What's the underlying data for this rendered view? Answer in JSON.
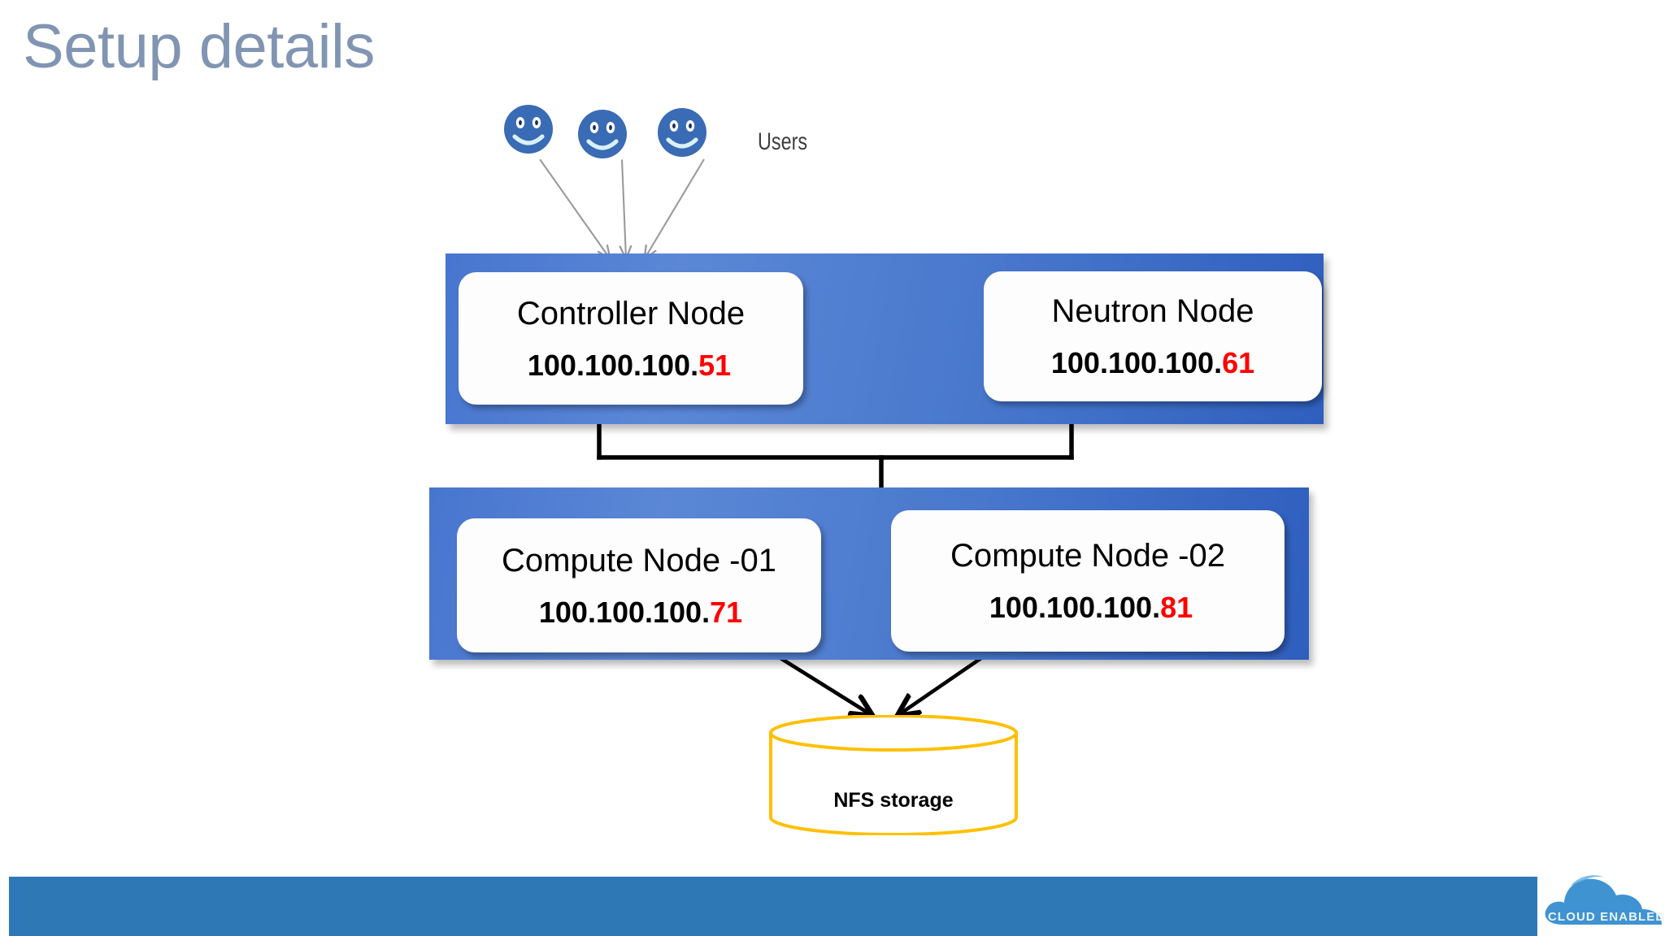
{
  "slide": {
    "title": "Setup details",
    "title_color": "#8195b3",
    "background_color": "#ffffff"
  },
  "users": {
    "label": "Users",
    "icon": "smiley-face-icon",
    "count": 3,
    "icon_color": "#3a6bb5"
  },
  "tiers": [
    {
      "id": "control-tier",
      "panel_color": "#4876cf",
      "nodes": [
        {
          "id": "controller",
          "name": "Controller Node",
          "ip_prefix": "100.100.100.",
          "ip_last_octet": "51",
          "ip_full": "100.100.100.51"
        },
        {
          "id": "neutron",
          "name": "Neutron Node",
          "ip_prefix": "100.100.100.",
          "ip_last_octet": "61",
          "ip_full": "100.100.100.61"
        }
      ]
    },
    {
      "id": "compute-tier",
      "panel_color": "#4876cf",
      "nodes": [
        {
          "id": "compute-01",
          "name": "Compute Node -01",
          "ip_prefix": "100.100.100.",
          "ip_last_octet": "71",
          "ip_full": "100.100.100.71"
        },
        {
          "id": "compute-02",
          "name": "Compute Node -02",
          "ip_prefix": "100.100.100.",
          "ip_last_octet": "81",
          "ip_full": "100.100.100.81"
        }
      ]
    }
  ],
  "storage": {
    "label": "NFS storage",
    "shape": "cylinder",
    "outline_color": "#ffc000",
    "fill_color": "#ffffff"
  },
  "connectors": {
    "user_links_color": "#9a9a9a",
    "node_links_color": "#000000",
    "storage_links_color": "#000000"
  },
  "footer": {
    "bar_color": "#2e78b5",
    "brand_text": "CLOUD ENABLED",
    "brand_icon": "cloud-icon"
  },
  "accent_colors": {
    "highlight_red": "#ff0000",
    "panel_blue": "#4876cf",
    "footer_blue": "#2e78b5",
    "storage_gold": "#ffc000"
  }
}
